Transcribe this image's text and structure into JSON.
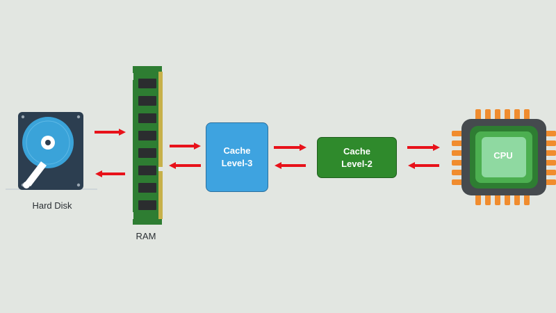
{
  "components": {
    "hard_disk": "Hard Disk",
    "ram": "RAM",
    "cache_l3": {
      "line1": "Cache",
      "line2": "Level-3"
    },
    "cache_l2": {
      "line1": "Cache",
      "line2": "Level-2"
    },
    "cpu": "CPU"
  },
  "colors": {
    "background": "#e2e6e1",
    "arrow": "#e8121a",
    "hdd_body": "#2c3e50",
    "hdd_platter": "#3aa3d9",
    "ram_board": "#2e7d32",
    "ram_gold": "#c7b14a",
    "cache_l3": "#3ea3e0",
    "cache_l2": "#2f8a2c",
    "cpu_pins": "#f08c2e",
    "cpu_body": "#454a4e",
    "cpu_core": "#8fd9a1"
  }
}
